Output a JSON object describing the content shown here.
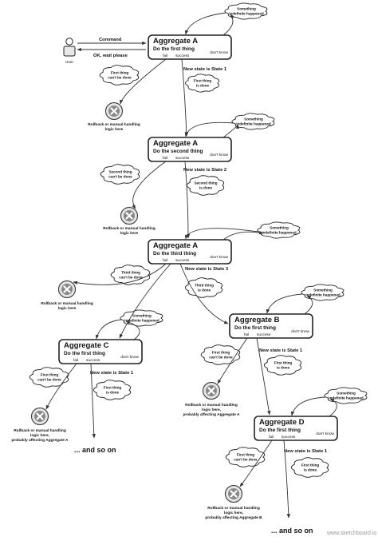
{
  "actor": {
    "label": "User"
  },
  "messages": {
    "command": "Command",
    "reply": "OK, wait please"
  },
  "aggregates": [
    {
      "name": "Aggregate A",
      "action": "Do the first thing",
      "fail": "fail",
      "success": "success",
      "unknown": "don't know",
      "state": "New state is State 1",
      "fail_cloud": [
        "First thing",
        "can't be done"
      ],
      "done_cloud": [
        "First thing",
        "is done"
      ],
      "indef_cloud": [
        "Something",
        "indefinite happened"
      ],
      "rollback": [
        "Rollback or manual handling",
        "logic here"
      ]
    },
    {
      "name": "Aggregate A",
      "action": "Do the second thing",
      "fail": "fail",
      "success": "success",
      "unknown": "don't know",
      "state": "New state is State 2",
      "fail_cloud": [
        "Second thing",
        "can't be done"
      ],
      "done_cloud": [
        "Second thing",
        "is done"
      ],
      "indef_cloud": [
        "Something",
        "indefinite happened"
      ],
      "rollback": [
        "Rollback or manual handling",
        "logic here"
      ]
    },
    {
      "name": "Aggregate A",
      "action": "Do the third thing",
      "fail": "fail",
      "success": "success",
      "unknown": "don't know",
      "state": "New state is State 3",
      "fail_cloud": [
        "Third thing",
        "can't be done"
      ],
      "done_cloud": [
        "Third thing",
        "is done"
      ],
      "indef_cloud": [
        "Something",
        "indefinite happened"
      ],
      "rollback": [
        "Rollback or manual handling",
        "logic here"
      ]
    },
    {
      "name": "Aggregate C",
      "action": "Do the first thing",
      "fail": "fail",
      "success": "success",
      "unknown": "don't know",
      "state": "New state is State 1",
      "fail_cloud": [
        "First thing",
        "can't be done"
      ],
      "done_cloud": [
        "First thing",
        "is done"
      ],
      "indef_cloud": [
        "Something",
        "indefinite happened"
      ],
      "rollback": [
        "Rollback or manual handling",
        "logic here,",
        "probably affecting Aggregate A"
      ]
    },
    {
      "name": "Aggregate B",
      "action": "Do the first thing",
      "fail": "fail",
      "success": "success",
      "unknown": "don't know",
      "state": "New state is State 1",
      "fail_cloud": [
        "First thing",
        "can't be done"
      ],
      "done_cloud": [
        "First thing",
        "is done"
      ],
      "indef_cloud": [
        "Something",
        "indefinite happened"
      ],
      "rollback": [
        "Rollback or manual handling",
        "logic here,",
        "probably affecting Aggregate A"
      ]
    },
    {
      "name": "Aggregate D",
      "action": "Do the first thing",
      "fail": "fail",
      "success": "success",
      "unknown": "don't know",
      "state": "New state is State 1",
      "fail_cloud": [
        "First thing",
        "can't be done"
      ],
      "done_cloud": [
        "First thing",
        "is done"
      ],
      "indef_cloud": [
        "Something",
        "indefinite happened"
      ],
      "rollback": [
        "Rollback or manual handling",
        "logic here,",
        "probably affecting Aggregate B"
      ]
    }
  ],
  "continuations": [
    "... and so on",
    "... and so on"
  ],
  "watermark": "www.sketchboard.io"
}
